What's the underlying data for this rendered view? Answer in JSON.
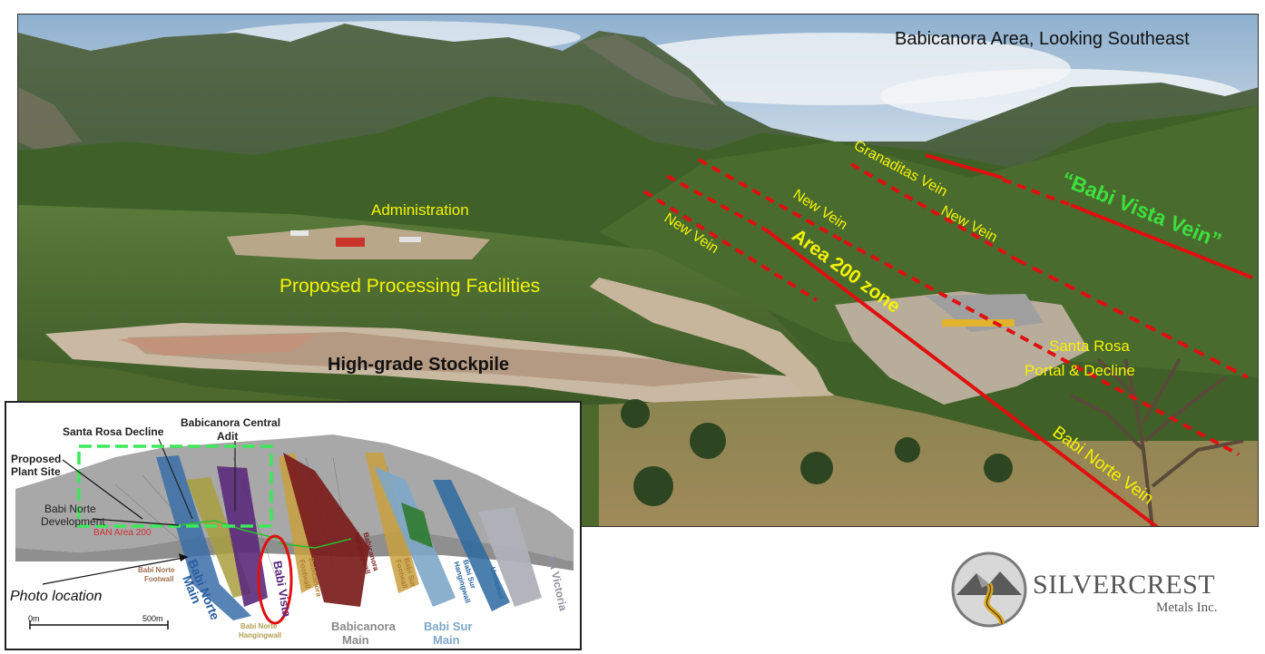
{
  "photo": {
    "title": "Babicanora Area, Looking Southeast",
    "labels": {
      "administration": "Administration",
      "processing": "Proposed Processing Facilities",
      "stockpile": "High-grade Stockpile",
      "granaditas": "Granaditas Vein",
      "new_vein_1": "New Vein",
      "new_vein_2": "New Vein",
      "new_vein_3": "New Vein",
      "area200": "Area 200 zone",
      "babi_vista": "“Babi Vista Vein”",
      "santa_rosa_1": "Santa Rosa",
      "santa_rosa_2": "Portal & Decline",
      "babi_norte": "Babi Norte Vein"
    }
  },
  "inset": {
    "santa_rosa_decline": "Santa Rosa Decline",
    "central_adit_1": "Babicanora Central",
    "central_adit_2": "Adit",
    "plant_site_1": "Proposed",
    "plant_site_2": "Plant Site",
    "babi_norte_dev_1": "Babi Norte",
    "babi_norte_dev_2": "Development",
    "ban_area": "BAN Area 200",
    "photo_location": "Photo location",
    "babi_norte_footwall_1": "Babi Norte",
    "babi_norte_footwall_2": "Footwall",
    "babi_norte_main_1": "Babi Norte",
    "babi_norte_main_2": "Main",
    "babi_vista": "Babi Vista",
    "babi_norte_hw_1": "Babi Norte",
    "babi_norte_hw_2": "Hangingwall",
    "babicanora_footwall_1": "Babicanora",
    "babicanora_footwall_2": "Footwall",
    "babicanora_hw_1": "Babicanora",
    "babicanora_hw_2": "Hangingwall",
    "babicanora_main_1": "Babicanora",
    "babicanora_main_2": "Main",
    "babi_sur_footwall_1": "Babi Sur",
    "babi_sur_footwall_2": "Footwall",
    "babi_sur_hw_1": "Babi Sur",
    "babi_sur_hw_2": "Hangingwall",
    "unnamed": "Unnamed",
    "babi_sur_main_1": "Babi Sur",
    "babi_sur_main_2": "Main",
    "la_victoria": "La Victoria",
    "scale_start": "0m",
    "scale_end": "500m"
  },
  "logo": {
    "name": "SILVERCREST",
    "sub": "Metals Inc."
  },
  "colors": {
    "label_yellow": "#f5f200",
    "vein_red": "#e01010",
    "vista_green": "#3ce03c"
  }
}
